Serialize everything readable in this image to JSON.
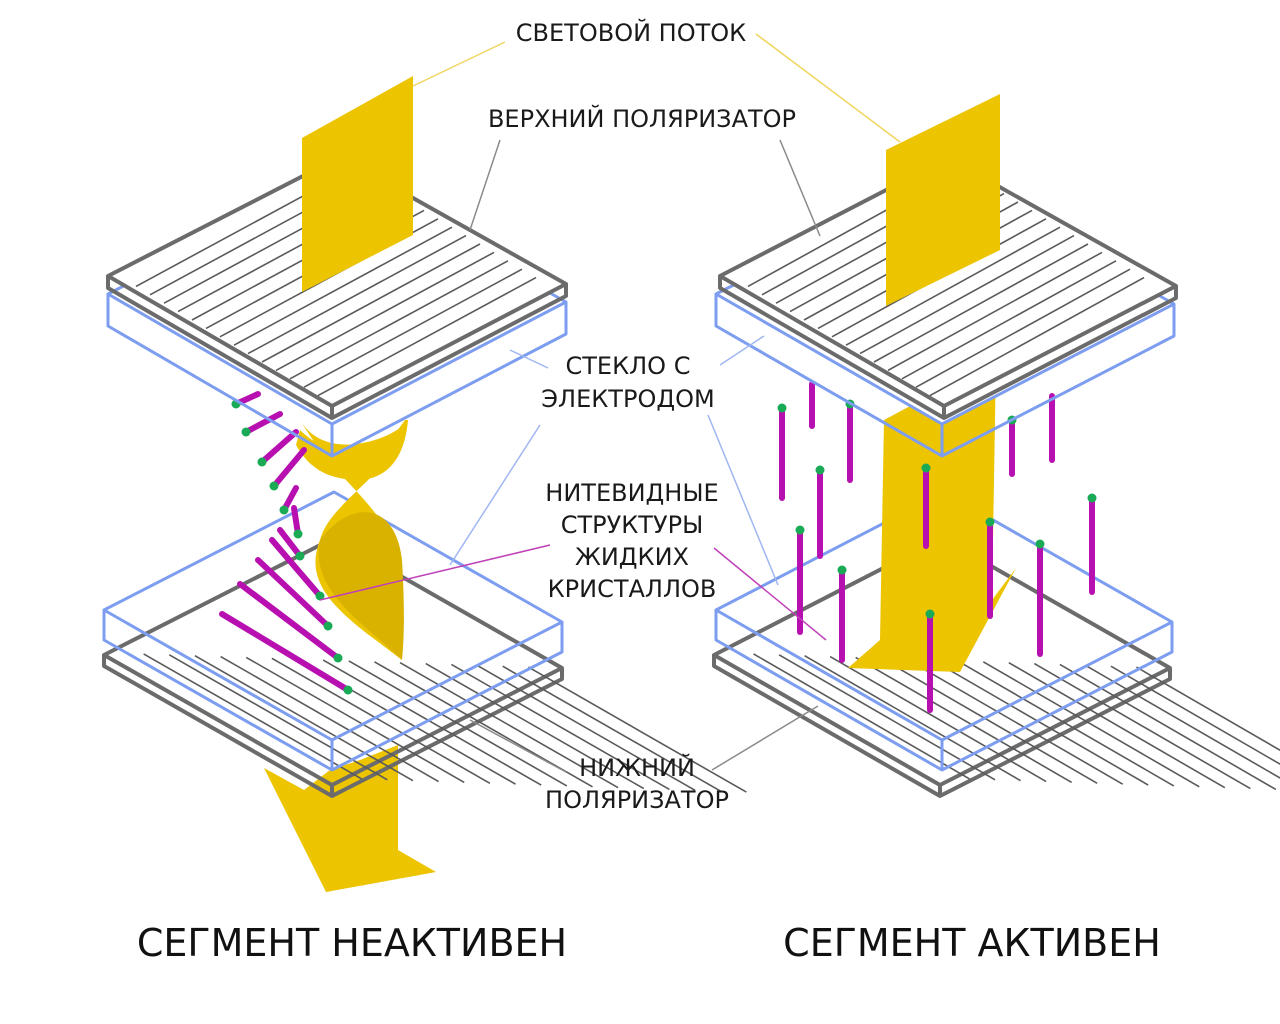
{
  "labels": {
    "light_flux": "СВЕТОВОЙ ПОТОК",
    "upper_polarizer": "ВЕРХНИЙ ПОЛЯРИЗАТОР",
    "glass_line1": "СТЕКЛО С",
    "glass_line2": "ЭЛЕКТРОДОМ",
    "crystals_line1": "НИТЕВИДНЫЕ",
    "crystals_line2": "СТРУКТУРЫ",
    "crystals_line3": "ЖИДКИХ",
    "crystals_line4": "КРИСТАЛЛОВ",
    "lower_polarizer_line1": "НИЖНИЙ",
    "lower_polarizer_line2": "ПОЛЯРИЗАТОР"
  },
  "captions": {
    "inactive": "СЕГМЕНТ НЕАКТИВЕН",
    "active": "СЕГМЕНТ АКТИВЕН"
  },
  "colors": {
    "light": "#ecc400",
    "glass": "#7d9df0",
    "polarizer": "#6b6b6b",
    "crystal": "#b810b0",
    "crystal_tip": "#1aaa55"
  }
}
